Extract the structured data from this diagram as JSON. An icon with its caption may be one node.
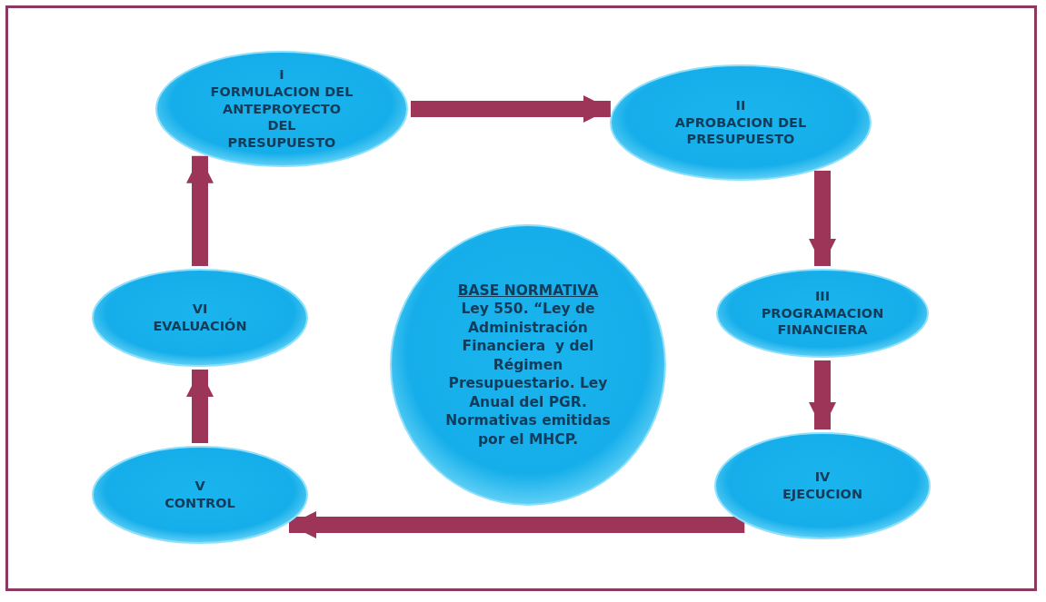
{
  "diagram": {
    "nodes": [
      {
        "text": [
          "I",
          "FORMULACION DEL ANTEPROYECTO DEL  PRESUPUESTO"
        ]
      },
      {
        "text": [
          "II",
          "APROBACION DEL PRESUPUESTO"
        ]
      },
      {
        "text": [
          "III",
          "PROGRAMACION FINANCIERA"
        ]
      },
      {
        "text": [
          "IV",
          "EJECUCION"
        ]
      },
      {
        "text": [
          "V",
          "CONTROL"
        ]
      },
      {
        "text": [
          "VI",
          "EVALUACIÓN"
        ]
      },
      {
        "text": [
          "BASE NORMATIVA",
          "Ley 550. “Ley de Administración Financiera  y del Régimen Presupuestario. Ley Anual del PGR. Normativas emitidas por el MHCP."
        ]
      }
    ],
    "edges": [
      {
        "from": 0,
        "to": 1,
        "arrow": "to"
      },
      {
        "from": 1,
        "to": 2,
        "arrow": "to"
      },
      {
        "from": 2,
        "to": 3,
        "arrow": "to"
      },
      {
        "from": 3,
        "to": 4,
        "arrow": "to"
      },
      {
        "from": 4,
        "to": 5,
        "arrow": "to"
      },
      {
        "from": 5,
        "to": 0,
        "arrow": "to"
      }
    ]
  }
}
